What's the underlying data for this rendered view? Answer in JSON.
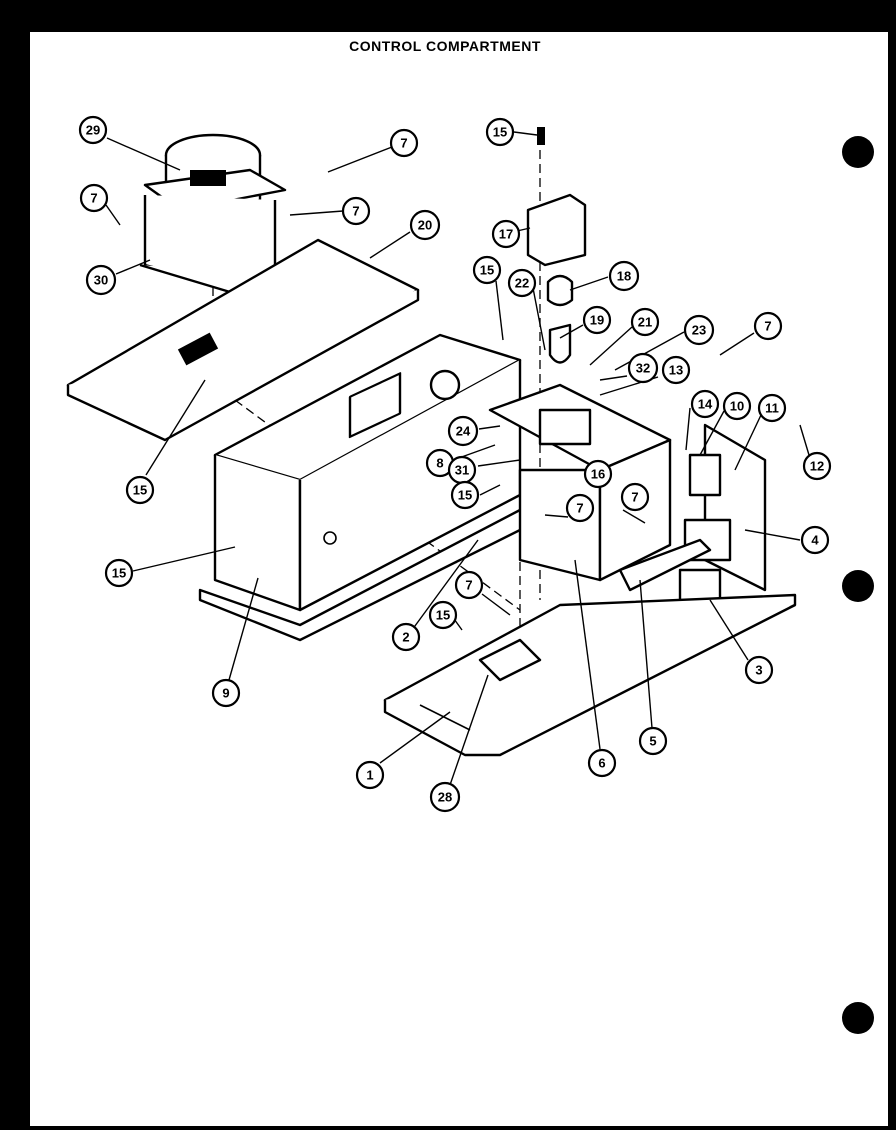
{
  "page": {
    "title": "CONTROL COMPARTMENT"
  },
  "colors": {
    "ink": "#000000",
    "paper": "#ffffff",
    "border": "#000000"
  },
  "callouts": [
    {
      "id": "c29",
      "label": "29"
    },
    {
      "id": "c7a",
      "label": "7"
    },
    {
      "id": "c7b",
      "label": "7"
    },
    {
      "id": "c7c",
      "label": "7"
    },
    {
      "id": "c30",
      "label": "30"
    },
    {
      "id": "c20",
      "label": "20"
    },
    {
      "id": "c15a",
      "label": "15"
    },
    {
      "id": "c17",
      "label": "17"
    },
    {
      "id": "c18",
      "label": "18"
    },
    {
      "id": "c15b",
      "label": "15"
    },
    {
      "id": "c22",
      "label": "22"
    },
    {
      "id": "c19",
      "label": "19"
    },
    {
      "id": "c21",
      "label": "21"
    },
    {
      "id": "c23",
      "label": "23"
    },
    {
      "id": "c7d",
      "label": "7"
    },
    {
      "id": "c32",
      "label": "32"
    },
    {
      "id": "c13",
      "label": "13"
    },
    {
      "id": "c14",
      "label": "14"
    },
    {
      "id": "c10",
      "label": "10"
    },
    {
      "id": "c11",
      "label": "11"
    },
    {
      "id": "c24",
      "label": "24"
    },
    {
      "id": "c8",
      "label": "8"
    },
    {
      "id": "c31",
      "label": "31"
    },
    {
      "id": "c16",
      "label": "16"
    },
    {
      "id": "c12",
      "label": "12"
    },
    {
      "id": "c15c",
      "label": "15"
    },
    {
      "id": "c15d",
      "label": "15"
    },
    {
      "id": "c7e",
      "label": "7"
    },
    {
      "id": "c7f",
      "label": "7"
    },
    {
      "id": "c4",
      "label": "4"
    },
    {
      "id": "c15e",
      "label": "15"
    },
    {
      "id": "c2",
      "label": "2"
    },
    {
      "id": "c7g",
      "label": "7"
    },
    {
      "id": "c15f",
      "label": "15"
    },
    {
      "id": "c3",
      "label": "3"
    },
    {
      "id": "c9",
      "label": "9"
    },
    {
      "id": "c5",
      "label": "5"
    },
    {
      "id": "c6",
      "label": "6"
    },
    {
      "id": "c1",
      "label": "1"
    },
    {
      "id": "c28",
      "label": "28"
    }
  ]
}
